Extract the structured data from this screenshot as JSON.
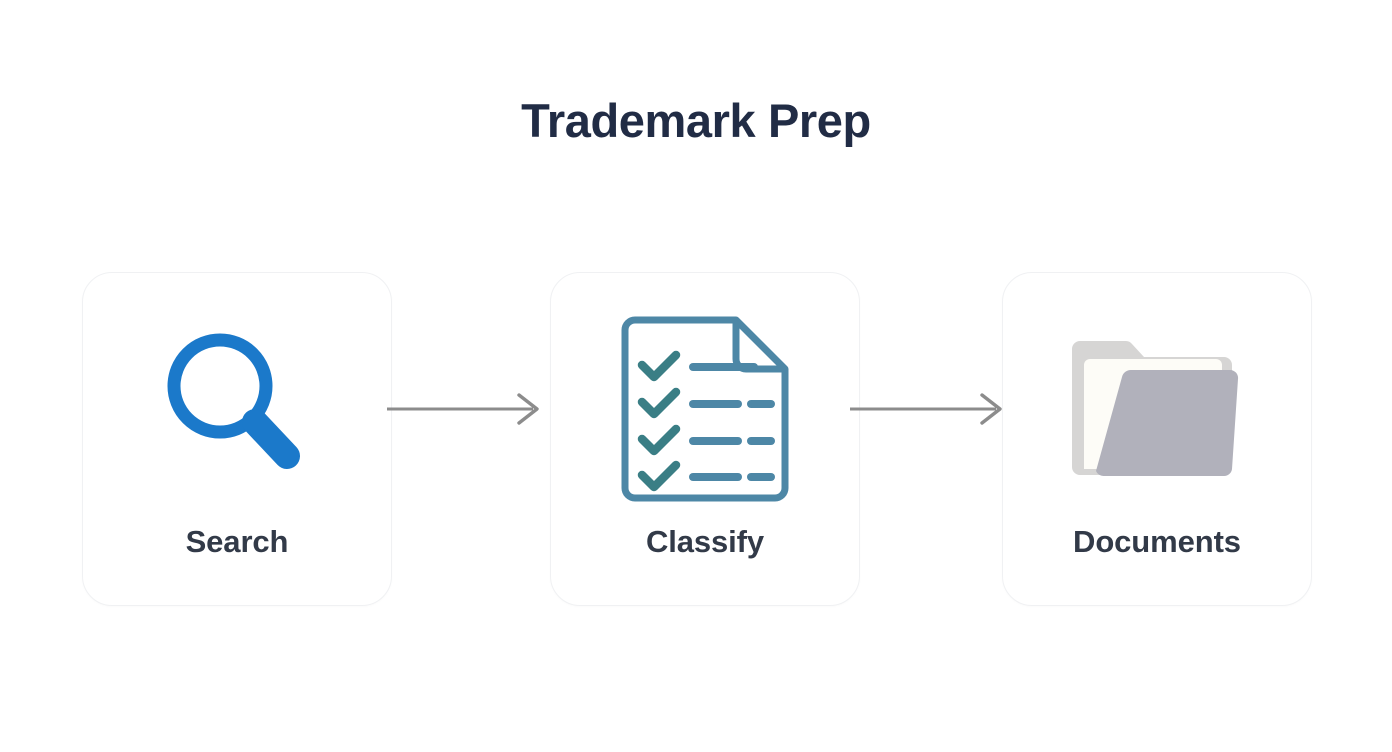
{
  "header": {
    "title": "Trademark Prep"
  },
  "colors": {
    "background": "#ffffff",
    "title_text": "#212c45",
    "card_label_text": "#323a48",
    "card_border": "#f0f1f3",
    "search_icon_blue": "#1b79ca",
    "document_icon_blue": "#4d87a6",
    "checkmark_teal": "#3a7e85",
    "folder_back_grey": "#d6d5d4",
    "folder_paper_cream": "#fdfcf7",
    "folder_front_grey": "#b1b1bb",
    "arrow_grey": "#8c8c8c"
  },
  "flow": {
    "steps": [
      {
        "label": "Search",
        "icon": "magnifying-glass-icon"
      },
      {
        "label": "Classify",
        "icon": "document-checklist-icon"
      },
      {
        "label": "Documents",
        "icon": "folder-icon"
      }
    ],
    "connectors": [
      {
        "icon": "arrow-right-icon"
      },
      {
        "icon": "arrow-right-icon"
      }
    ]
  }
}
